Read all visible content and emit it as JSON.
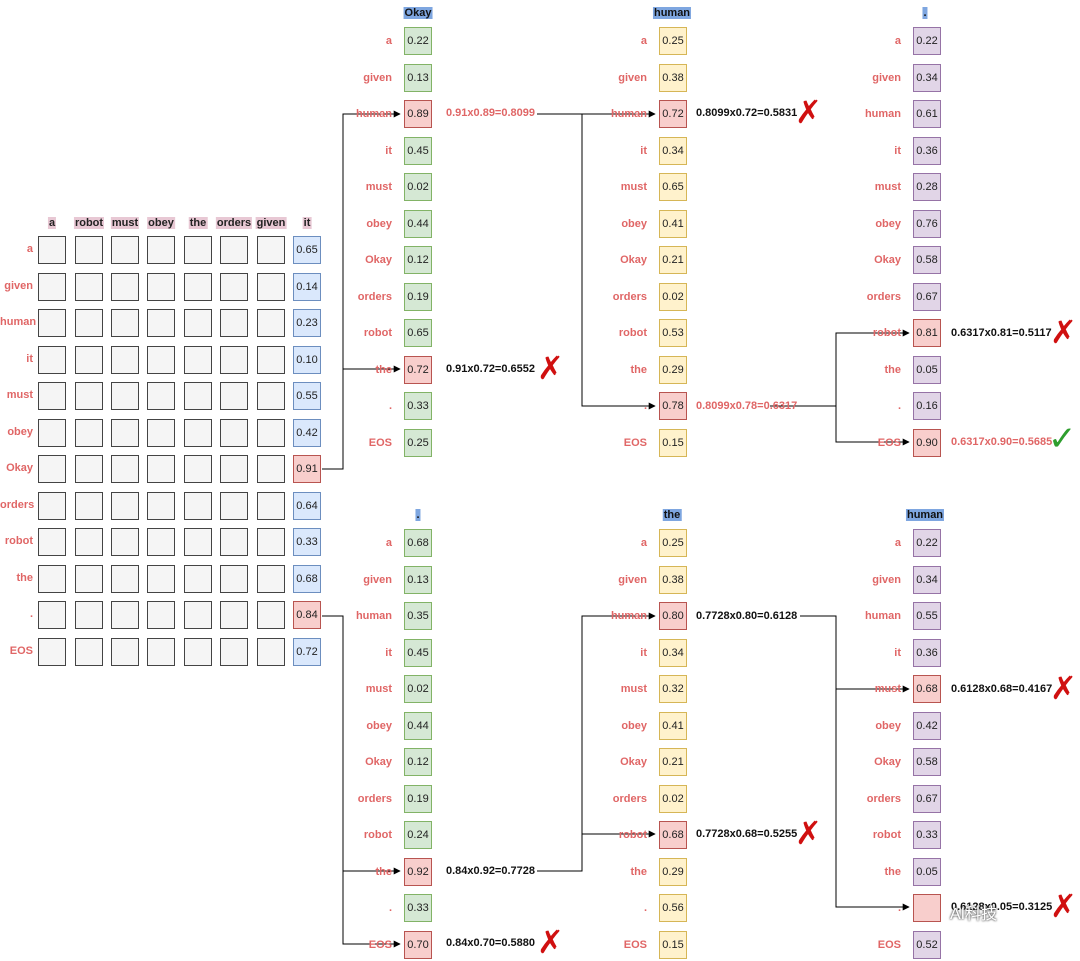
{
  "grid": {
    "columns": [
      "a",
      "robot",
      "must",
      "obey",
      "the",
      "orders",
      "given",
      "it"
    ],
    "rows": [
      "a",
      "given",
      "human",
      "it",
      "must",
      "obey",
      "Okay",
      "orders",
      "robot",
      "the",
      ".",
      "EOS"
    ],
    "last_col_values": [
      "0.65",
      "0.14",
      "0.23",
      "0.10",
      "0.55",
      "0.42",
      "0.91",
      "0.64",
      "0.33",
      "0.68",
      "0.84",
      "0.72"
    ],
    "highlight_rows": [
      6,
      10
    ]
  },
  "vocab": [
    "a",
    "given",
    "human",
    "it",
    "must",
    "obey",
    "Okay",
    "orders",
    "robot",
    "the",
    ".",
    "EOS"
  ],
  "columns": [
    {
      "title": "Okay",
      "values": [
        "0.22",
        "0.13",
        "0.89",
        "0.45",
        "0.02",
        "0.44",
        "0.12",
        "0.19",
        "0.65",
        "0.72",
        "0.33",
        "0.25"
      ],
      "highlight": [
        2,
        9
      ],
      "color": "green"
    },
    {
      "title": "human",
      "values": [
        "0.25",
        "0.38",
        "0.72",
        "0.34",
        "0.65",
        "0.41",
        "0.21",
        "0.02",
        "0.53",
        "0.29",
        "0.78",
        "0.15"
      ],
      "highlight": [
        2,
        10
      ],
      "color": "yellow"
    },
    {
      "title": ".",
      "values": [
        "0.22",
        "0.34",
        "0.61",
        "0.36",
        "0.28",
        "0.76",
        "0.58",
        "0.67",
        "0.81",
        "0.05",
        "0.16",
        "0.90"
      ],
      "highlight": [
        8,
        11
      ],
      "color": "purple"
    },
    {
      "title": ".",
      "values": [
        "0.68",
        "0.13",
        "0.35",
        "0.45",
        "0.02",
        "0.44",
        "0.12",
        "0.19",
        "0.24",
        "0.92",
        "0.33",
        "0.70"
      ],
      "highlight": [
        9,
        11
      ],
      "color": "green"
    },
    {
      "title": "the",
      "values": [
        "0.25",
        "0.38",
        "0.80",
        "0.34",
        "0.32",
        "0.41",
        "0.21",
        "0.02",
        "0.68",
        "0.29",
        "0.56",
        "0.15"
      ],
      "highlight": [
        2,
        8
      ],
      "color": "yellow"
    },
    {
      "title": "human",
      "values": [
        "0.22",
        "0.34",
        "0.55",
        "0.36",
        "0.68",
        "0.42",
        "0.58",
        "0.67",
        "0.33",
        "0.05",
        "",
        ""
      ],
      "highlight": [
        4,
        10
      ],
      "color": "purple",
      "eos_value": "0.52"
    }
  ],
  "equations": [
    {
      "text": "0.91x0.89=0.8099",
      "color": "red"
    },
    {
      "text": "0.91x0.72=0.6552",
      "color": "black"
    },
    {
      "text": "0.8099x0.72=0.5831",
      "color": "black"
    },
    {
      "text": "0.8099x0.78=0.6317",
      "color": "red"
    },
    {
      "text": "0.6317x0.81=0.5117",
      "color": "black"
    },
    {
      "text": "0.6317x0.90=0.5685",
      "color": "red"
    },
    {
      "text": "0.84x0.92=0.7728",
      "color": "black"
    },
    {
      "text": "0.84x0.70=0.5880",
      "color": "black"
    },
    {
      "text": "0.7728x0.80=0.6128",
      "color": "black"
    },
    {
      "text": "0.7728x0.68=0.5255",
      "color": "black"
    },
    {
      "text": "0.6128x0.68=0.4167",
      "color": "black"
    },
    {
      "text": "0.6128x0.05=0.3125",
      "color": "black"
    }
  ],
  "marks": {
    "cross": "✗",
    "check": "✓"
  },
  "watermark": "AI科技",
  "colors": {
    "label_red": "#e06666",
    "green_fill": "#d5e8d4",
    "green_stroke": "#82b366",
    "yellow_fill": "#fff2cc",
    "yellow_stroke": "#d6b656",
    "purple_fill": "#e1d5e7",
    "purple_stroke": "#9673a6",
    "blue_fill": "#dae8fc",
    "blue_stroke": "#6c8ebf",
    "red_fill": "#f8cecc",
    "red_stroke": "#b85450"
  }
}
